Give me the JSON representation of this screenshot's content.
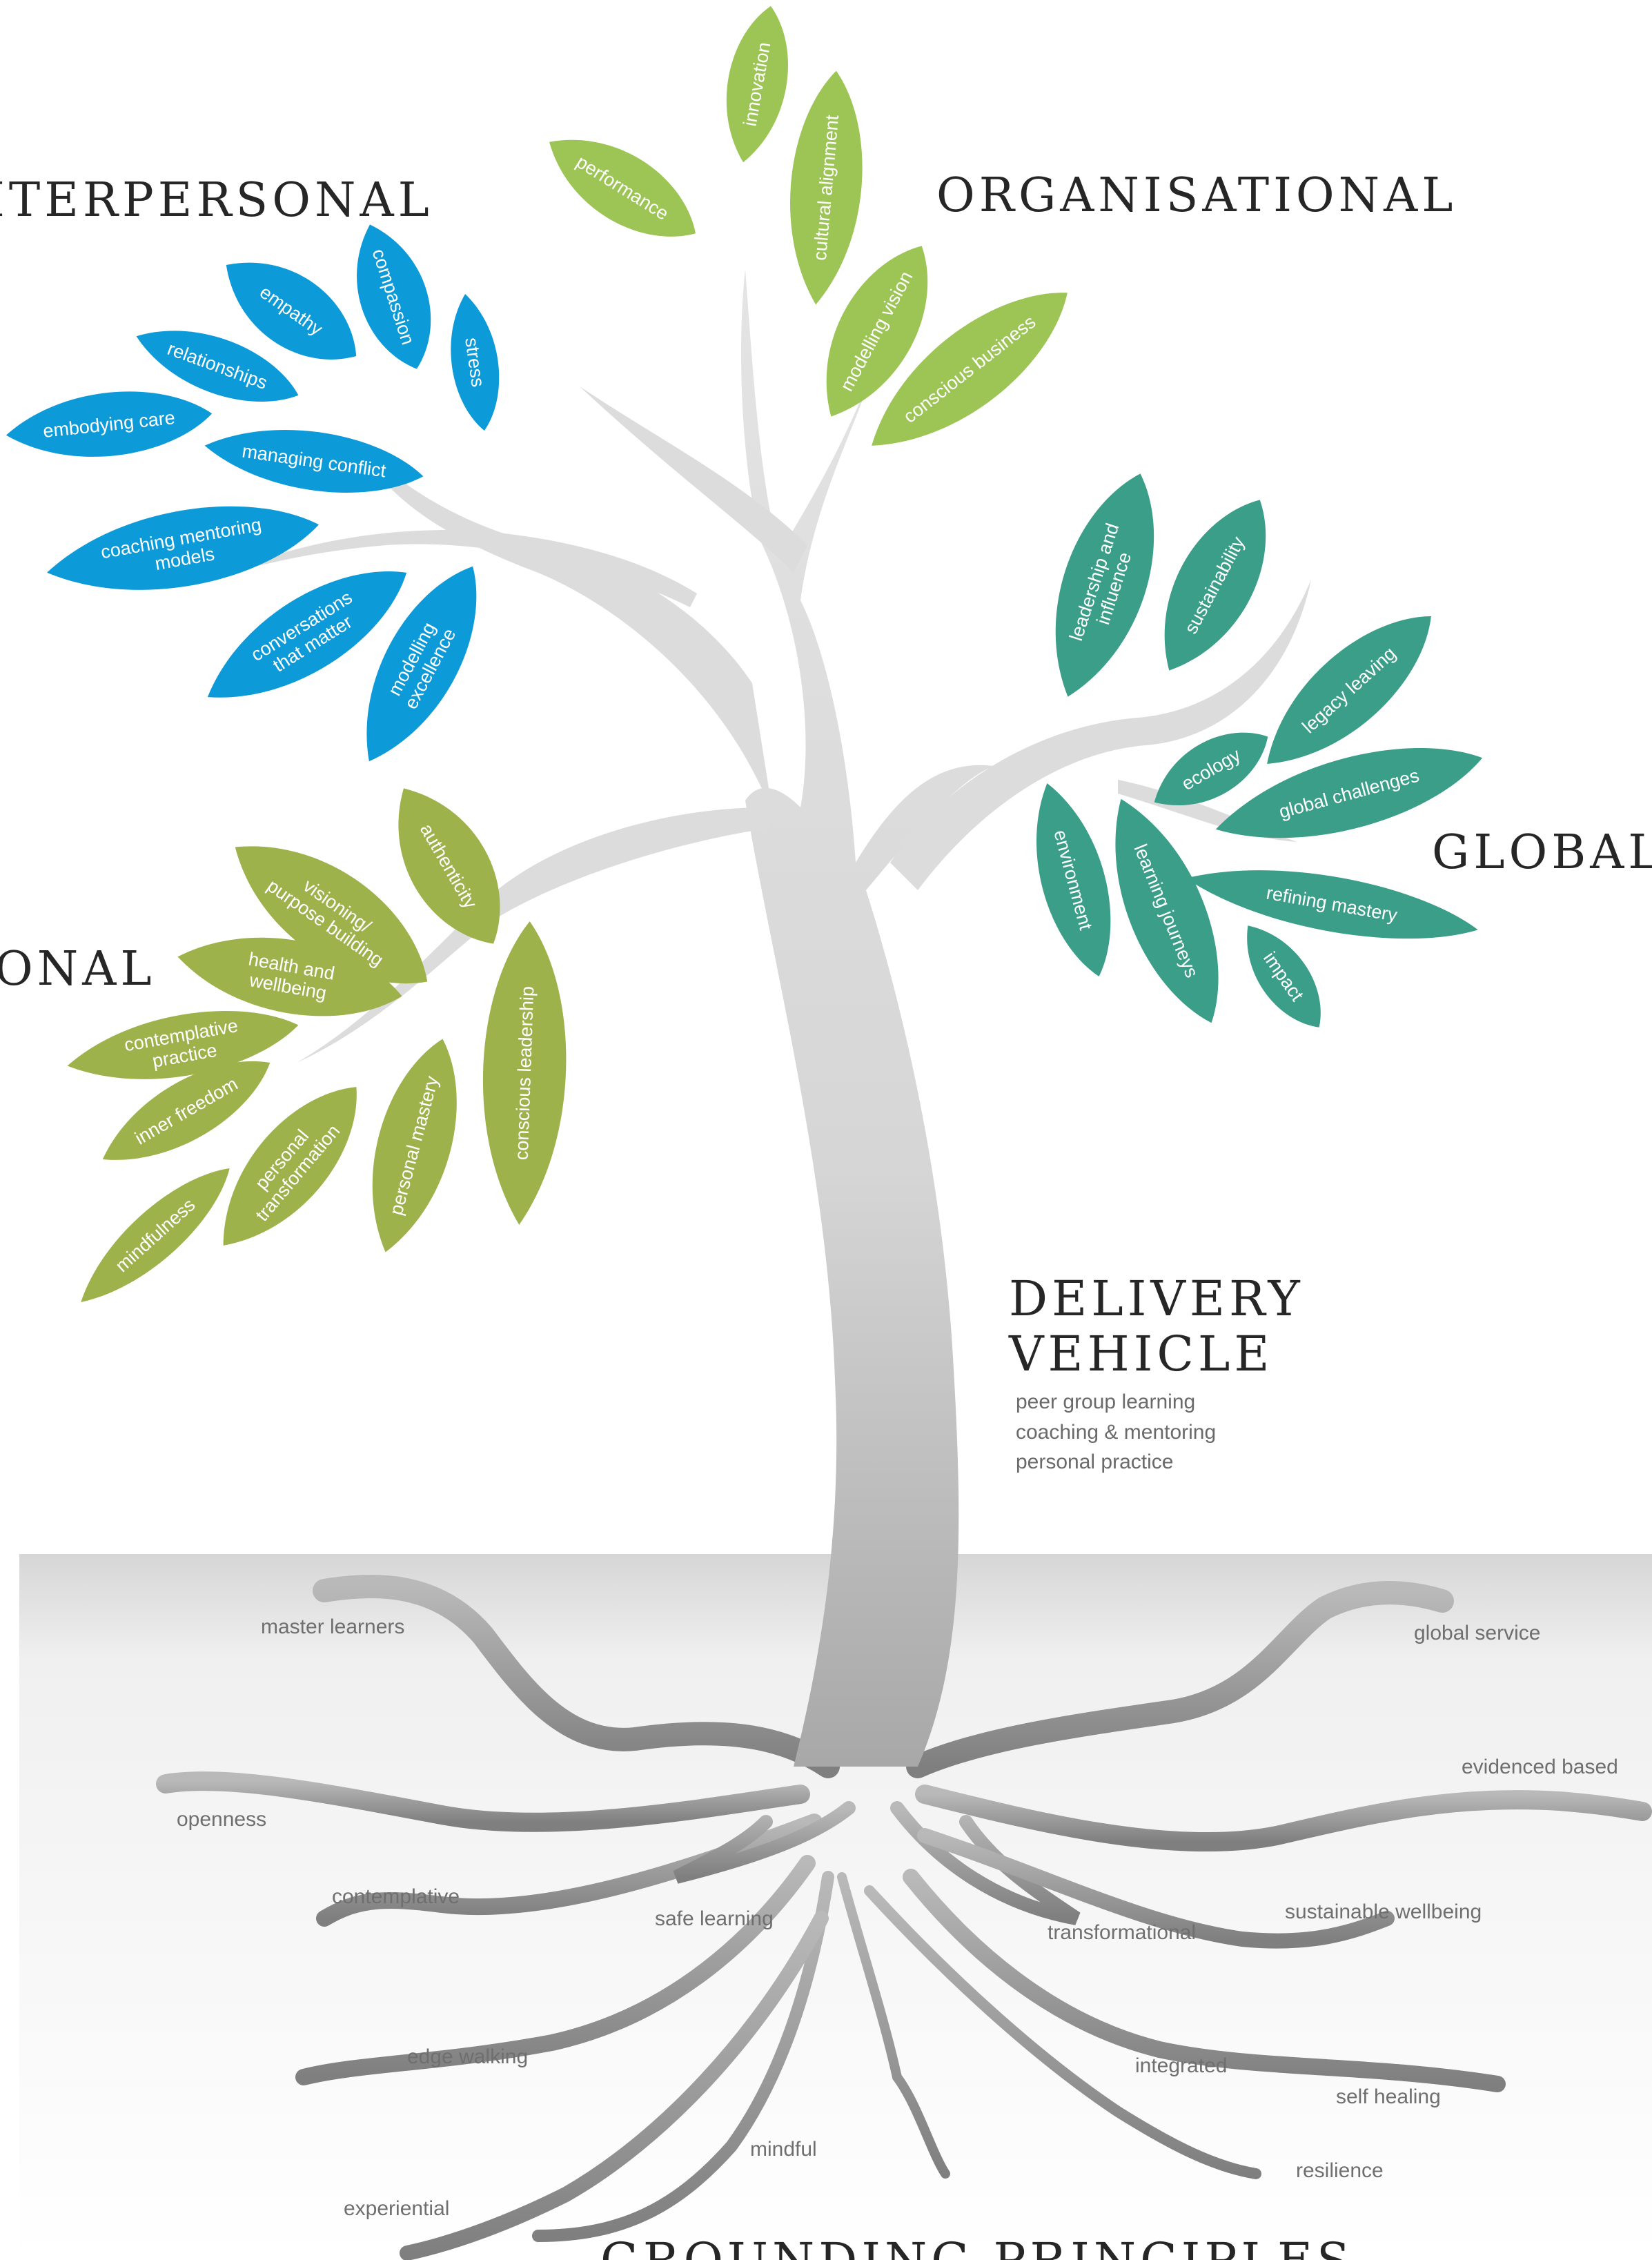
{
  "colors": {
    "interpersonal": "#0d9ad8",
    "organisational": "#9dc556",
    "global": "#3a9e89",
    "personal": "#9eb24c",
    "trunk": "#d9d9d9",
    "roots": "#9a9a9a",
    "ground": "#eeeeee",
    "heading": "#262626"
  },
  "headings": {
    "interpersonal": "ITERPERSONAL",
    "organisational": "ORGANISATIONAL",
    "global": "GLOBAL",
    "personal": "ONAL",
    "delivery_vehicle_line1": "DELIVERY",
    "delivery_vehicle_line2": "VEHICLE",
    "grounding_principles": "GROUNDING PRINCIPLES"
  },
  "delivery_vehicle_items": [
    "peer group learning",
    "coaching & mentoring",
    "personal practice"
  ],
  "leaves": {
    "organisational": [
      "innovation",
      "performance",
      "cultural alignment",
      "modelling vision",
      "conscious business"
    ],
    "interpersonal": [
      "empathy",
      "compassion",
      "stress",
      "relationships",
      "embodying care",
      "managing conflict",
      "coaching mentoring|models",
      "conversations|that matter",
      "modelling|excellence"
    ],
    "global": [
      "leadership and|influence",
      "sustainability",
      "legacy leaving",
      "ecology",
      "global challenges",
      "environment",
      "learning journeys",
      "refining mastery",
      "impact"
    ],
    "personal": [
      "authenticity",
      "visioning/|purpose building",
      "health and|wellbeing",
      "contemplative|practice",
      "inner freedom",
      "personal|transformation",
      "personal mastery",
      "conscious leadership",
      "mindfulness"
    ]
  },
  "roots": [
    "master learners",
    "global service",
    "evidenced based",
    "openness",
    "contemplative",
    "safe learning",
    "transformational",
    "sustainable wellbeing",
    "edge walking",
    "integrated",
    "self healing",
    "mindful",
    "resilience",
    "experiential"
  ]
}
